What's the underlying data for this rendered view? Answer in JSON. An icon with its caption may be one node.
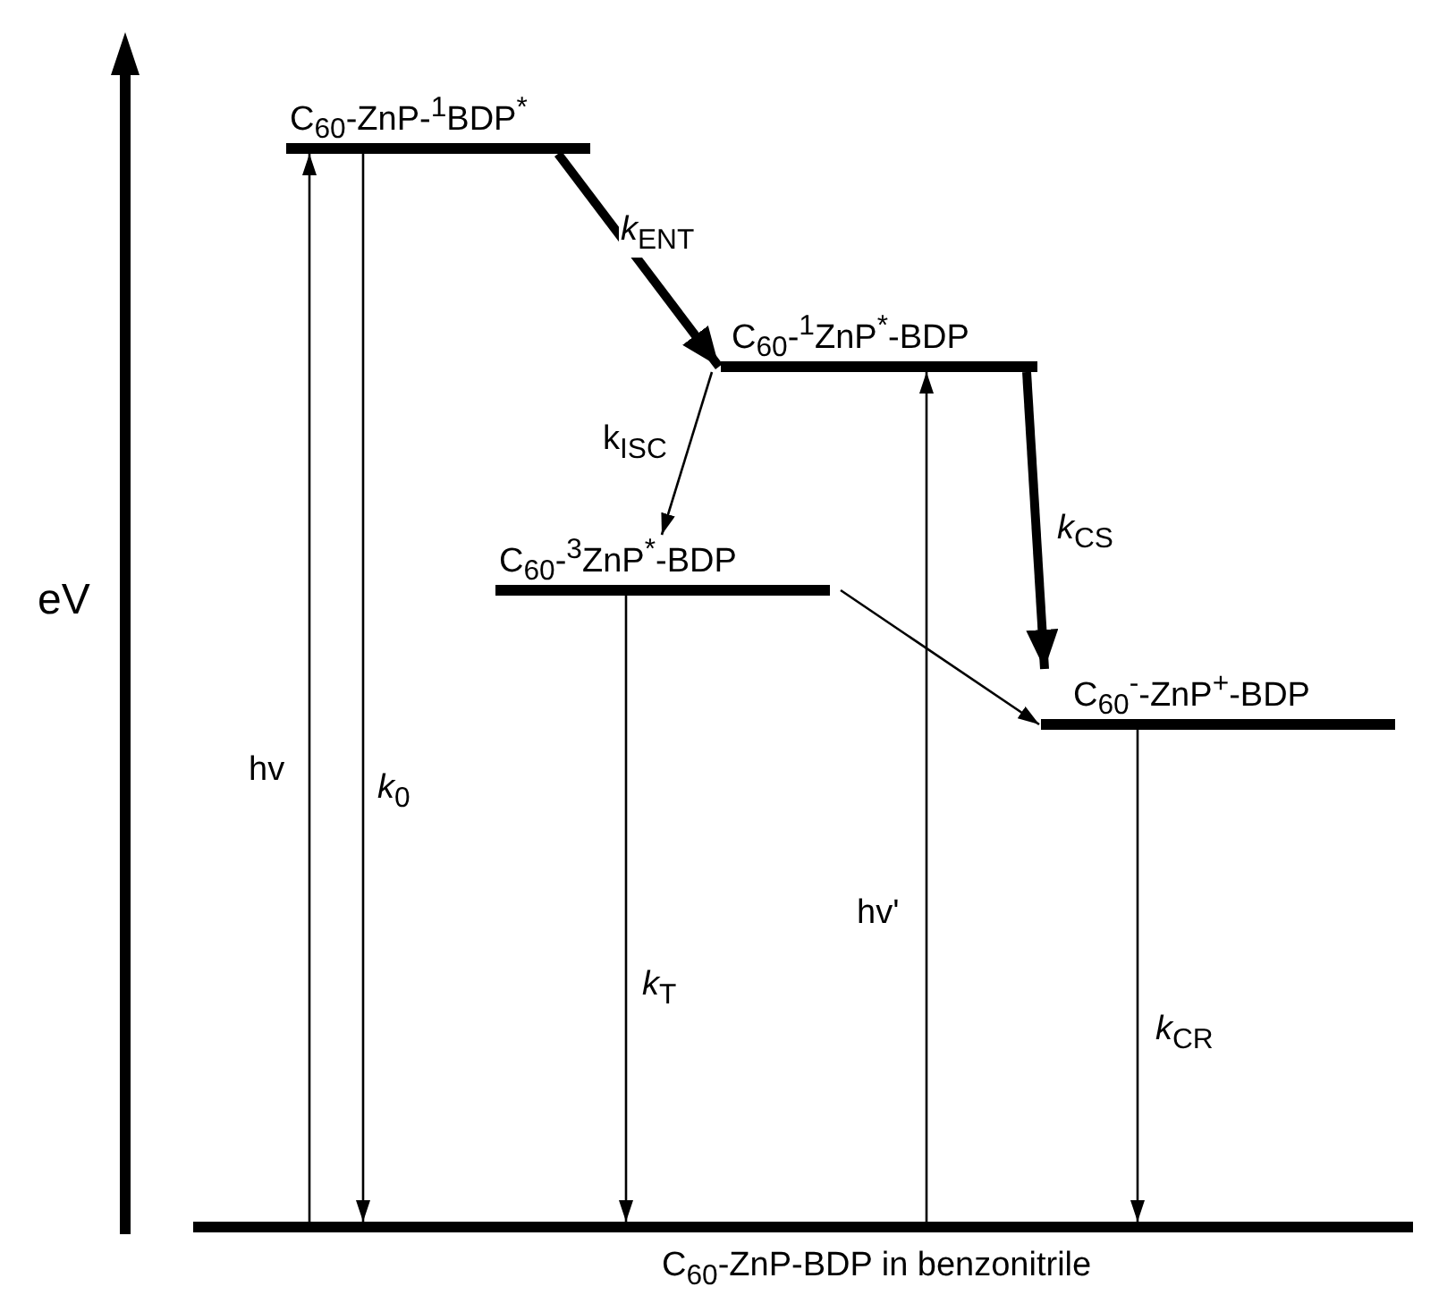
{
  "diagram": {
    "nodes": [
      {
        "text": [
          "C$_{60}$-ZnP-$^{1}$BDP$^{*}$"
        ]
      },
      {
        "text": [
          "C$_{60}$-$^{1}$ZnP$^{*}$-BDP"
        ]
      },
      {
        "text": [
          "C$_{60}$-$^{3}$ZnP$^{*}$-BDP"
        ]
      },
      {
        "text": [
          "C$_{60}$$^{-}$-ZnP$^{+}$-BDP"
        ]
      },
      {
        "text": [
          "C$_{60}$-ZnP-BDP in benzonitrile"
        ]
      }
    ],
    "edges": [
      {
        "from": 4,
        "to": 0,
        "arrow": "to",
        "label": "hv"
      },
      {
        "from": 0,
        "to": 4,
        "arrow": "to",
        "label": "*k*$_{0}$"
      },
      {
        "from": 0,
        "to": 1,
        "arrow": "to",
        "label": "*k*$_{ENT}$",
        "style": "thick"
      },
      {
        "from": 1,
        "to": 2,
        "arrow": "to",
        "label": "k$_{ISC}$"
      },
      {
        "from": 1,
        "to": 3,
        "arrow": "to",
        "label": "*k*$_{CS}$",
        "style": "thick"
      },
      {
        "from": 2,
        "to": 3,
        "arrow": "to"
      },
      {
        "from": 2,
        "to": 4,
        "arrow": "to",
        "label": "*k*$_{T}$"
      },
      {
        "from": 4,
        "to": 1,
        "arrow": "to",
        "label": "hv'"
      },
      {
        "from": 3,
        "to": 4,
        "arrow": "to",
        "label": "*k*$_{CR}$"
      }
    ],
    "labels": [
      "eV"
    ]
  }
}
